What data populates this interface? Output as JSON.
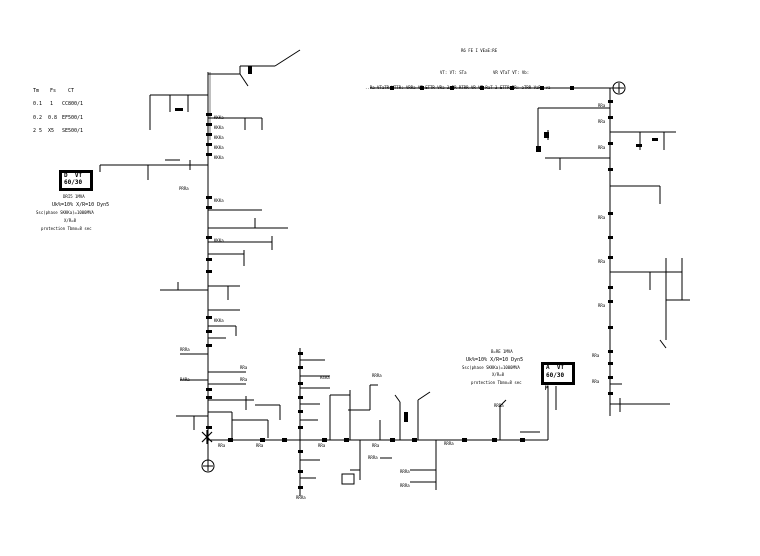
{
  "legend": {
    "headers": [
      "Tm",
      "Fs",
      "CT"
    ],
    "rows": [
      [
        "0.1",
        "1",
        "CC800/1"
      ],
      [
        "0.2",
        "0.8",
        "EF500/1"
      ],
      [
        "2 5",
        "X5",
        "SE500/1"
      ]
    ]
  },
  "top_right_labels": {
    "line1": "R6 FE I VEaE:RE",
    "line2": "VT: VT: STa",
    "line3": "VR VTaT VT: Vb:",
    "busbar_row": "..Ra VTaTR VTTR: VRRa VT ETTR VRa 3aRR RTRR VR VT RaT 3 ETTR RR: aTRR VaRa va -"
  },
  "left_transformer": {
    "box_line1": "D  VT",
    "box_line2": "60/30",
    "spec_line1": "DRI5 1MVA",
    "spec_line2": "Uk%=10% X/R=10 Dyn5",
    "spec_line3": "Ssc(phase SKKKa)=1000MVA",
    "spec_line4": "X/R=8",
    "spec_line5": "protection Tbmo=8 sec"
  },
  "right_transformer": {
    "box_line1": "A  VT",
    "box_line2": "60/30",
    "box_mark": "M",
    "spec_line1": "B=RE 1MVA",
    "spec_line2": "Uk%=10% X/R=10 Dyn5",
    "spec_line3": "Ssc(phase SKKKa)=1000MVA",
    "spec_line4": "X/R=8",
    "spec_line5": "protection Tbmo=8 sec"
  },
  "annotations": {
    "left_bus_tags": [
      "KKKa",
      "KKKa",
      "KKKa",
      "KKKa",
      "KKKa",
      "KKKa",
      "KKKa",
      "KKKa"
    ],
    "mid_labels": [
      "PRRa",
      "RRRa",
      "R4Ra",
      "RRa",
      "RRa",
      "R4Ra",
      "RRRa",
      "RRRa"
    ],
    "bottom_labels": [
      "RRa",
      "RRa",
      "RRa",
      "RRa",
      "RRRa",
      "RRRa",
      "RRRa",
      "RRRa",
      "RRRa"
    ],
    "right_bus_tags": [
      "RRa",
      "RRa",
      "RRa",
      "RRa",
      "RRa",
      "RRa",
      "RRa",
      "RRa"
    ]
  }
}
